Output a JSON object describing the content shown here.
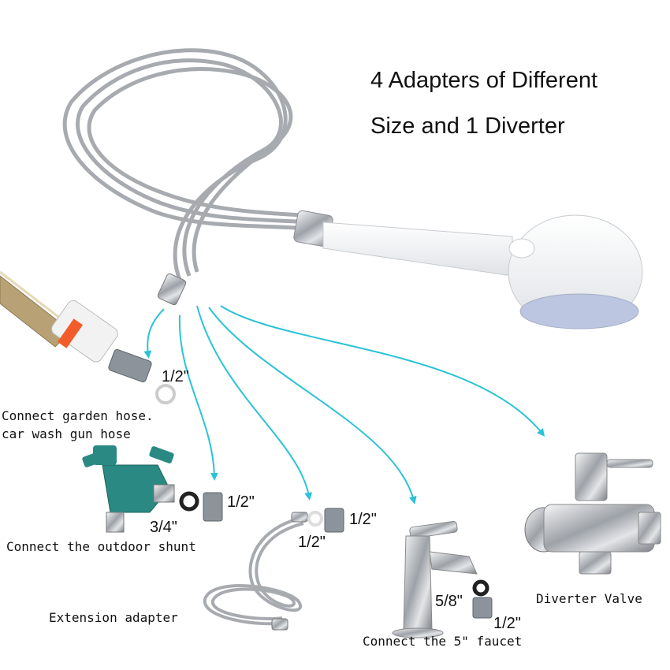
{
  "title": {
    "line1": "4 Adapters of Different",
    "line2": "Size and 1 Diverter"
  },
  "labels": {
    "garden_hose_line1": "Connect garden hose.",
    "garden_hose_line2": "car wash gun hose",
    "garden_size": "1/2\"",
    "outdoor_shunt": "Connect the outdoor shunt",
    "shunt_size_a": "3/4\"",
    "shunt_size_b": "1/2\"",
    "extension": "Extension adapter",
    "extension_size_a": "1/2\"",
    "extension_size_b": "1/2\"",
    "faucet": "Connect the 5\" faucet",
    "faucet_size_a": "5/8\"",
    "faucet_size_b": "1/2\"",
    "diverter": "Diverter Valve"
  },
  "colors": {
    "arrow": "#2bc3d6",
    "chrome": "#c9ccd0",
    "hose_green": "#2a8a83",
    "adapter_grey": "#8c939b",
    "oring": "#222222",
    "handle": "#f3f4f6"
  }
}
